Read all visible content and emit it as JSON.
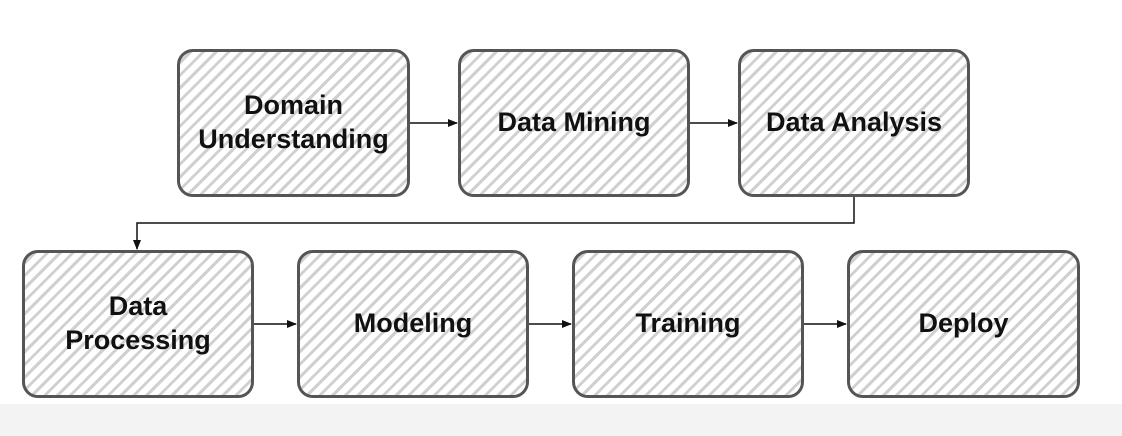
{
  "diagram": {
    "nodes": [
      {
        "id": "domain-understanding",
        "label": "Domain\nUnderstanding"
      },
      {
        "id": "data-mining",
        "label": "Data Mining"
      },
      {
        "id": "data-analysis",
        "label": "Data Analysis"
      },
      {
        "id": "data-processing",
        "label": "Data\nProcessing"
      },
      {
        "id": "modeling",
        "label": "Modeling"
      },
      {
        "id": "training",
        "label": "Training"
      },
      {
        "id": "deploy",
        "label": "Deploy"
      }
    ],
    "edges": [
      {
        "from": "domain-understanding",
        "to": "data-mining"
      },
      {
        "from": "data-mining",
        "to": "data-analysis"
      },
      {
        "from": "data-analysis",
        "to": "data-processing"
      },
      {
        "from": "data-processing",
        "to": "modeling"
      },
      {
        "from": "modeling",
        "to": "training"
      },
      {
        "from": "training",
        "to": "deploy"
      }
    ],
    "colors": {
      "border": "#555555",
      "hatch": "#d0d0d0",
      "arrow": "#111111",
      "text": "#111111"
    }
  }
}
